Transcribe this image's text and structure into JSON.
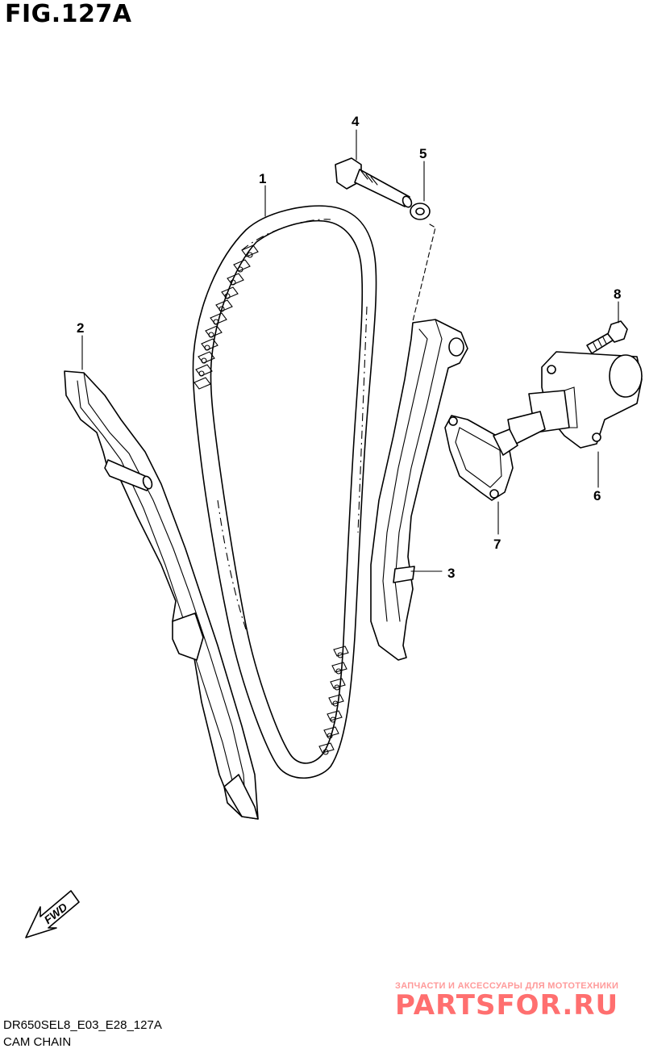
{
  "figure": {
    "title": "FIG.127A",
    "model_code": "DR650SEL8_E03_E28_127A",
    "name": "CAM CHAIN"
  },
  "callouts": [
    {
      "id": "1",
      "label": "1"
    },
    {
      "id": "2",
      "label": "2"
    },
    {
      "id": "3",
      "label": "3"
    },
    {
      "id": "4",
      "label": "4"
    },
    {
      "id": "5",
      "label": "5"
    },
    {
      "id": "6",
      "label": "6"
    },
    {
      "id": "7",
      "label": "7"
    },
    {
      "id": "8",
      "label": "8"
    }
  ],
  "fwd_label": "FWD",
  "watermark": {
    "tagline": "ЗАПЧАСТИ И АКСЕССУАРЫ ДЛЯ МОТОТЕХНИКИ",
    "logo": "PARTSFOR.RU",
    "color": "#ff6f6f"
  }
}
